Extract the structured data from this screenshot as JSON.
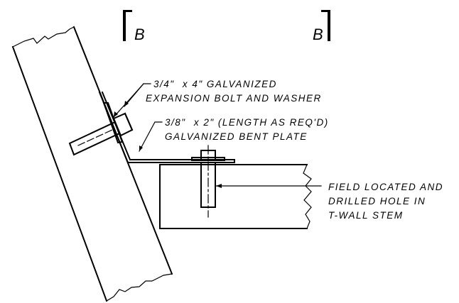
{
  "section_marks": {
    "left_letter": "B",
    "right_letter": "B"
  },
  "labels": {
    "bolt_size_fraction": "3/4\"",
    "bolt_line1_rest": "x 4\" GALVANIZED",
    "bolt_line2": "EXPANSION BOLT AND WASHER",
    "plate_size_fraction": "3/8\"",
    "plate_line1_rest": "x 2\" (LENGTH AS REQ'D)",
    "plate_line2": "GALVANIZED BENT PLATE",
    "hole_line1": "FIELD LOCATED AND",
    "hole_line2": "DRILLED HOLE IN",
    "hole_line3": "T-WALL STEM"
  }
}
